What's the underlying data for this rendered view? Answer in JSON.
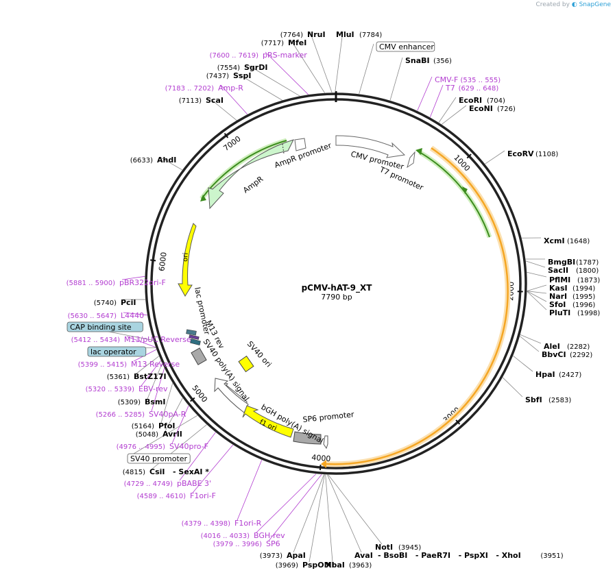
{
  "credit": {
    "prefix": "Created by",
    "brand": "SnapGene"
  },
  "plasmid": {
    "name": "pCMV-hAT-9_XT",
    "length_label": "7790 bp",
    "length": 7790
  },
  "ticks": [
    {
      "pos": 1000,
      "label": "1000"
    },
    {
      "pos": 2000,
      "label": "2000"
    },
    {
      "pos": 3000,
      "label": "3000"
    },
    {
      "pos": 4000,
      "label": "4000"
    },
    {
      "pos": 5000,
      "label": "5000"
    },
    {
      "pos": 6000,
      "label": "6000"
    },
    {
      "pos": 7000,
      "label": "7000"
    }
  ],
  "labels": [
    {
      "id": "nrui",
      "name": "NruI",
      "pos": "(7764)",
      "kind": "enzyme",
      "site": 7764,
      "side": "L"
    },
    {
      "id": "mlui",
      "name": "MluI",
      "pos": "(7784)",
      "kind": "enzyme",
      "site": 7784,
      "side": "R"
    },
    {
      "id": "mfei",
      "name": "MfeI",
      "pos": "(7717)",
      "kind": "enzyme",
      "site": 7717,
      "side": "L"
    },
    {
      "id": "prs",
      "name": "pRS-marker",
      "pos": "(7600 .. 7619)",
      "kind": "primer",
      "site": 7610,
      "side": "L"
    },
    {
      "id": "sgrdi",
      "name": "SgrDI",
      "pos": "(7554)",
      "kind": "enzyme",
      "site": 7554,
      "side": "L"
    },
    {
      "id": "sspi",
      "name": "SspI",
      "pos": "(7437)",
      "kind": "enzyme",
      "site": 7437,
      "side": "L"
    },
    {
      "id": "ampr_p",
      "name": "Amp-R",
      "pos": "(7183 .. 7202)",
      "kind": "primer",
      "site": 7193,
      "side": "L"
    },
    {
      "id": "scai",
      "name": "ScaI",
      "pos": "(7113)",
      "kind": "enzyme",
      "site": 7113,
      "side": "L"
    },
    {
      "id": "ahdi",
      "name": "AhdI",
      "pos": "(6633)",
      "kind": "enzyme",
      "site": 6633,
      "side": "L"
    },
    {
      "id": "pbr",
      "name": "pBR322ori-F",
      "pos": "(5881 .. 5900)",
      "kind": "primer",
      "site": 5890,
      "side": "L"
    },
    {
      "id": "pcii",
      "name": "PciI",
      "pos": "(5740)",
      "kind": "enzyme",
      "site": 5740,
      "side": "L"
    },
    {
      "id": "l4440",
      "name": "L4440",
      "pos": "(5630 .. 5647)",
      "kind": "primer",
      "site": 5638,
      "side": "L"
    },
    {
      "id": "cap",
      "name": "CAP binding site",
      "pos": "",
      "kind": "boxblue",
      "site": 5470,
      "side": "L"
    },
    {
      "id": "m13puc",
      "name": "M13/pUC Reverse",
      "pos": "(5412 .. 5434)",
      "kind": "primer",
      "site": 5423,
      "side": "L"
    },
    {
      "id": "lacop",
      "name": "lac operator",
      "pos": "",
      "kind": "boxblue",
      "site": 5420,
      "side": "L"
    },
    {
      "id": "m13rev",
      "name": "M13 Reverse",
      "pos": "(5399 .. 5415)",
      "kind": "primer",
      "site": 5407,
      "side": "L"
    },
    {
      "id": "bstz17i",
      "name": "BstZ17I",
      "pos": "(5361)",
      "kind": "enzyme",
      "site": 5361,
      "side": "L"
    },
    {
      "id": "ebvrev",
      "name": "EBV-rev",
      "pos": "(5320 .. 5339)",
      "kind": "primer",
      "site": 5330,
      "side": "L"
    },
    {
      "id": "bsmi",
      "name": "BsmI",
      "pos": "(5309)",
      "kind": "enzyme",
      "site": 5309,
      "side": "L"
    },
    {
      "id": "sv40par",
      "name": "SV40pA-R",
      "pos": "(5266 .. 5285)",
      "kind": "primer",
      "site": 5275,
      "side": "L"
    },
    {
      "id": "pfoi",
      "name": "PfoI",
      "pos": "(5164)",
      "kind": "enzyme",
      "site": 5164,
      "side": "L"
    },
    {
      "id": "avrii",
      "name": "AvrII",
      "pos": "(5048)",
      "kind": "enzyme",
      "site": 5048,
      "side": "L"
    },
    {
      "id": "sv40prof",
      "name": "SV40pro-F",
      "pos": "(4976 .. 4995)",
      "kind": "primer",
      "site": 4985,
      "side": "L"
    },
    {
      "id": "sv40prom",
      "name": "SV40 promoter",
      "pos": "",
      "kind": "boxwhite",
      "site": 4900,
      "side": "L"
    },
    {
      "id": "csii",
      "name": "CsiI",
      "pos": "(4815)",
      "kind": "enzyme",
      "site": 4815,
      "side": "L",
      "extra": "- SexAI *"
    },
    {
      "id": "pbabe",
      "name": "pBABE 3'",
      "pos": "(4729 .. 4749)",
      "kind": "primer",
      "site": 4739,
      "side": "L"
    },
    {
      "id": "f1orif",
      "name": "F1ori-F",
      "pos": "(4589 .. 4610)",
      "kind": "primer",
      "site": 4600,
      "side": "L"
    },
    {
      "id": "f1orir",
      "name": "F1ori-R",
      "pos": "(4379 .. 4398)",
      "kind": "primer",
      "site": 4389,
      "side": "L"
    },
    {
      "id": "bghrev",
      "name": "BGH-rev",
      "pos": "(4016 .. 4033)",
      "kind": "primer",
      "site": 4024,
      "side": "L"
    },
    {
      "id": "sp6",
      "name": "SP6",
      "pos": "(3979 .. 3996)",
      "kind": "primer",
      "site": 3988,
      "side": "L"
    },
    {
      "id": "apai",
      "name": "ApaI",
      "pos": "(3973)",
      "kind": "enzyme",
      "site": 3973,
      "side": "L"
    },
    {
      "id": "pspomi",
      "name": "PspOMI",
      "pos": "(3969)",
      "kind": "enzyme",
      "site": 3969,
      "side": "L"
    },
    {
      "id": "xbai",
      "name": "XbaI",
      "pos": "(3963)",
      "kind": "enzyme",
      "site": 3963,
      "side": "R"
    },
    {
      "id": "avai",
      "name": "AvaI",
      "pos": "",
      "kind": "enzyme",
      "site": 3951,
      "side": "R",
      "extra": "- BsoBI   - PaeR7I   - PspXI   - XhoI",
      "pos2": "(3951)"
    },
    {
      "id": "noti",
      "name": "NotI",
      "pos": "(3945)",
      "kind": "enzyme",
      "site": 3945,
      "side": "R"
    },
    {
      "id": "cmvenh",
      "name": "CMV enhancer",
      "pos": "",
      "kind": "boxwhite",
      "site": 150,
      "side": "R"
    },
    {
      "id": "snabi",
      "name": "SnaBI",
      "pos": "(356)",
      "kind": "enzyme",
      "site": 356,
      "side": "R"
    },
    {
      "id": "cmvf",
      "name": "CMV-F",
      "pos": "(535 .. 555)",
      "kind": "primer",
      "site": 545,
      "side": "R"
    },
    {
      "id": "t7",
      "name": "T7",
      "pos": "(629 .. 648)",
      "kind": "primer",
      "site": 638,
      "side": "R"
    },
    {
      "id": "ecori",
      "name": "EcoRI",
      "pos": "(704)",
      "kind": "enzyme",
      "site": 704,
      "side": "R"
    },
    {
      "id": "econi",
      "name": "EcoNI",
      "pos": "(726)",
      "kind": "enzyme",
      "site": 726,
      "side": "R"
    },
    {
      "id": "ecorv",
      "name": "EcoRV",
      "pos": "(1108)",
      "kind": "enzyme",
      "site": 1108,
      "side": "R"
    },
    {
      "id": "xcmi",
      "name": "XcmI",
      "pos": "(1648)",
      "kind": "enzyme",
      "site": 1648,
      "side": "R"
    },
    {
      "id": "bmgbi",
      "name": "BmgBI",
      "pos": "(1787)",
      "kind": "enzyme",
      "site": 1787,
      "side": "R"
    },
    {
      "id": "sacii",
      "name": "SacII",
      "pos": "(1800)",
      "kind": "enzyme",
      "site": 1800,
      "side": "R"
    },
    {
      "id": "pflmi",
      "name": "PflMI",
      "pos": "(1873)",
      "kind": "enzyme",
      "site": 1873,
      "side": "R"
    },
    {
      "id": "kasi",
      "name": "KasI",
      "pos": "(1994)",
      "kind": "enzyme",
      "site": 1994,
      "side": "R"
    },
    {
      "id": "nari",
      "name": "NarI",
      "pos": "(1995)",
      "kind": "enzyme",
      "site": 1995,
      "side": "R"
    },
    {
      "id": "sfoi",
      "name": "SfoI",
      "pos": "(1996)",
      "kind": "enzyme",
      "site": 1996,
      "side": "R"
    },
    {
      "id": "pluti",
      "name": "PluTI",
      "pos": "(1998)",
      "kind": "enzyme",
      "site": 1998,
      "side": "R"
    },
    {
      "id": "alei",
      "name": "AleI",
      "pos": "(2282)",
      "kind": "enzyme",
      "site": 2282,
      "side": "R"
    },
    {
      "id": "bbvci",
      "name": "BbvCI",
      "pos": "(2292)",
      "kind": "enzyme",
      "site": 2292,
      "side": "R"
    },
    {
      "id": "hpai",
      "name": "HpaI",
      "pos": "(2427)",
      "kind": "enzyme",
      "site": 2427,
      "side": "R"
    },
    {
      "id": "sbfi",
      "name": "SbfI",
      "pos": "(2583)",
      "kind": "enzyme",
      "site": 2583,
      "side": "R"
    }
  ],
  "features": [
    {
      "id": "cmv-promoter",
      "name": "CMV promoter",
      "start": 0,
      "end": 470,
      "color": "#ffffff"
    },
    {
      "id": "t7-promoter",
      "name": "T7 promoter",
      "start": 620,
      "end": 650,
      "color": "#ffffff"
    },
    {
      "id": "orf-main",
      "name": "",
      "start": 830,
      "end": 3940,
      "color": "#f5a623"
    },
    {
      "id": "orf-green",
      "name": "",
      "start": 780,
      "end": 1750,
      "color": "#3c8c1e"
    },
    {
      "id": "sp6-promoter",
      "name": "SP6 promoter",
      "start": 3980,
      "end": 4000,
      "color": "#ffffff"
    },
    {
      "id": "bgh-polya",
      "name": "bGH poly(A) signal",
      "start": 4020,
      "end": 4240,
      "color": "#a9a9a9"
    },
    {
      "id": "f1-ori",
      "name": "f1 ori",
      "start": 4300,
      "end": 4750,
      "color": "#ffff00"
    },
    {
      "id": "sv40-promoter-feat",
      "name": "",
      "start": 4800,
      "end": 5150,
      "color": "#ffffff"
    },
    {
      "id": "sv40-ori",
      "name": "SV40 ori",
      "start": 5000,
      "end": 5140,
      "color": "#ffff00"
    },
    {
      "id": "sv40-polya",
      "name": "SV40 poly(A) signal",
      "start": 5180,
      "end": 5300,
      "color": "#a9a9a9"
    },
    {
      "id": "lac-promoter",
      "name": "lac promoter",
      "start": 5430,
      "end": 5460,
      "color": "#ffffff"
    },
    {
      "id": "m13-rev",
      "name": "M13 rev",
      "start": 5400,
      "end": 5420,
      "color": "#6a3d9a"
    },
    {
      "id": "ori",
      "name": "ori",
      "start": 5650,
      "end": 6240,
      "color": "#ffff00"
    },
    {
      "id": "ampr",
      "name": "AmpR",
      "start": 6410,
      "end": 7270,
      "color": "#ccf5cc"
    },
    {
      "id": "ampr-promoter",
      "name": "AmpR promoter",
      "start": 7270,
      "end": 7370,
      "color": "#ffffff"
    }
  ]
}
